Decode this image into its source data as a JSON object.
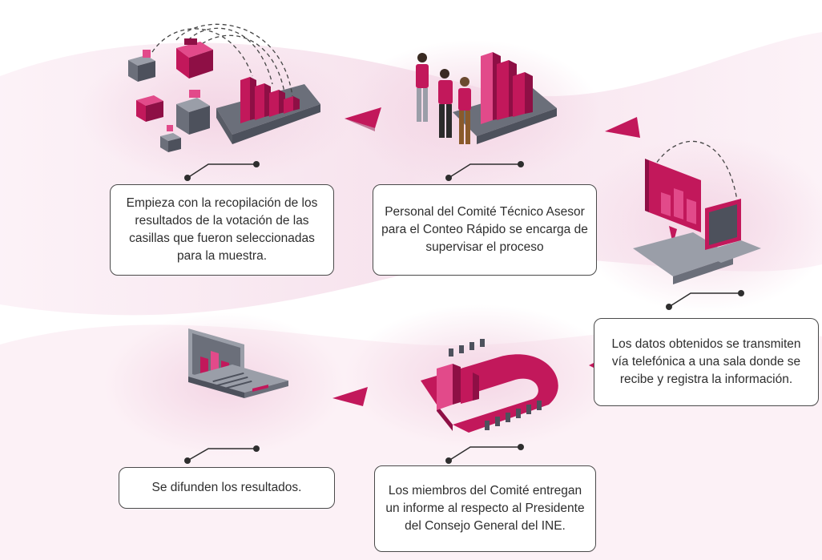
{
  "steps": [
    {
      "id": "step-1",
      "text": "Empieza con la recopilación de los resultados de la votación de las casillas que fueron seleccionadas para la muestra."
    },
    {
      "id": "step-2",
      "text": "Personal del Comité Técnico Asesor para el Conteo Rápido se encarga de supervisar el proceso"
    },
    {
      "id": "step-3",
      "text": "Los datos obtenidos se transmiten vía telefónica a una sala donde se recibe y registra la información."
    },
    {
      "id": "step-4",
      "text": "Los miembros del Comité entregan un informe al respecto al Presidente del Consejo General del INE."
    },
    {
      "id": "step-5",
      "text": "Se difunden los resultados."
    }
  ],
  "colors": {
    "accent": "#c2185b",
    "accent_light": "#e24a8a",
    "accent_dark": "#8e0f45",
    "gray": "#6b6f7a",
    "gray_dark": "#4d515c",
    "gray_light": "#9a9ea8",
    "background_swirl": "#f6e1ec",
    "text": "#2e2e2e"
  },
  "icons": [
    "ballot-boxes-icon",
    "people-icon",
    "computer-phone-icon",
    "meeting-table-icon",
    "laptop-chart-icon",
    "arrow-triangle-icon"
  ]
}
